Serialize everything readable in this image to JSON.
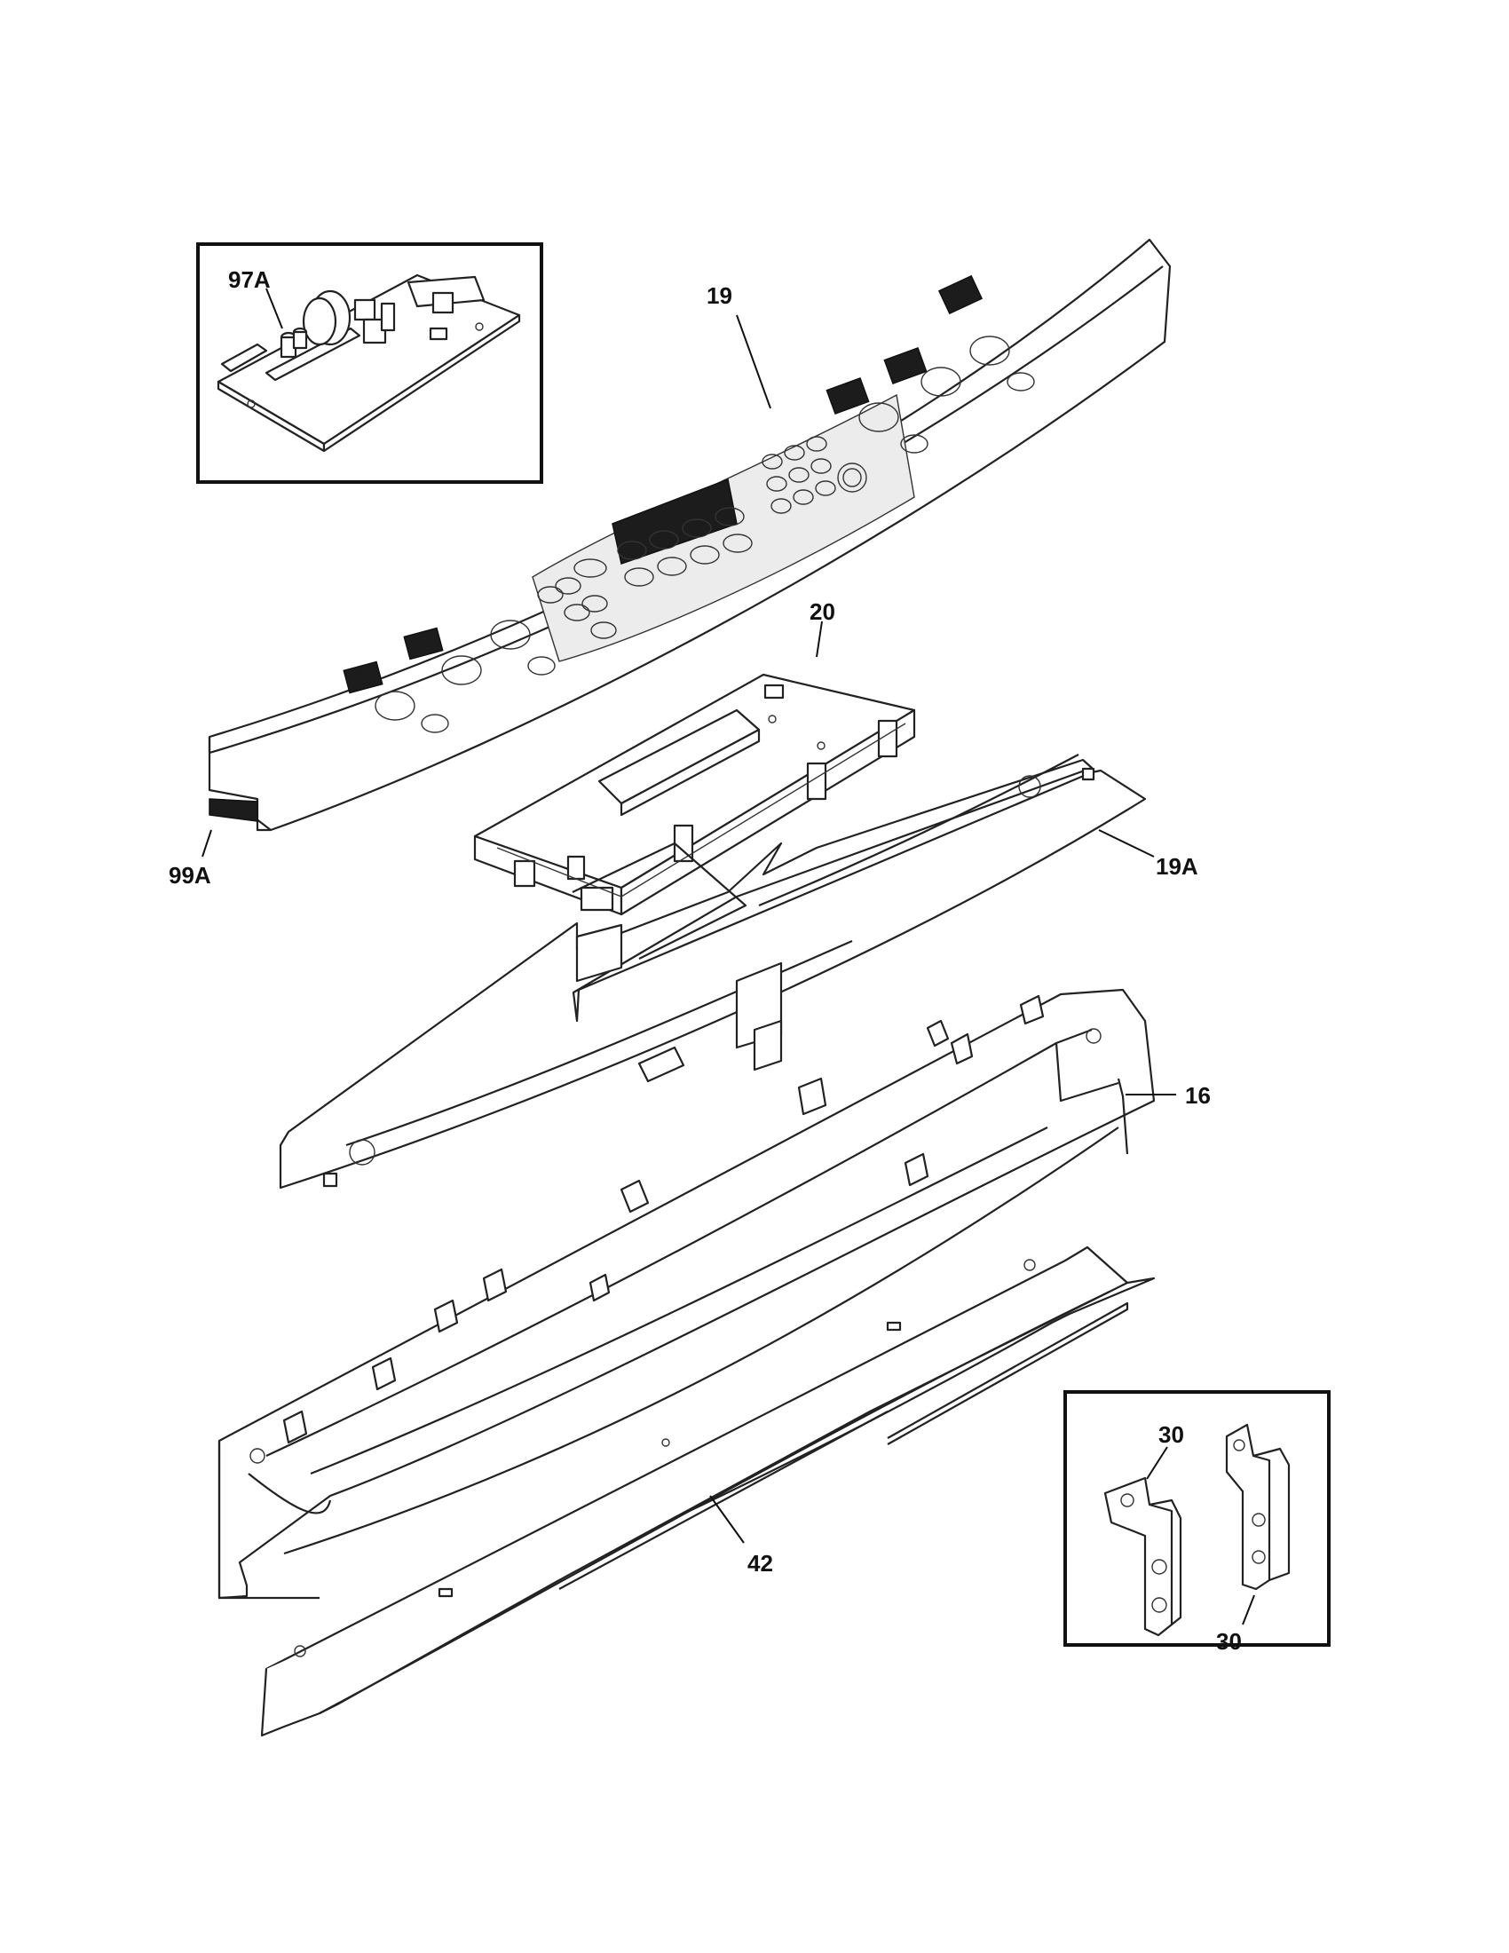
{
  "callouts": {
    "c97A": "97A",
    "c19": "19",
    "c20": "20",
    "c99A": "99A",
    "c19A": "19A",
    "c16": "16",
    "c42": "42",
    "c30a": "30",
    "c30b": "30"
  },
  "icons": {
    "control_board": "circuit-board-icon",
    "bracket": "mounting-bracket-icon"
  },
  "colors": {
    "line": "#222222",
    "keypad_shade": "#ececec",
    "display": "#1c1c1c"
  }
}
